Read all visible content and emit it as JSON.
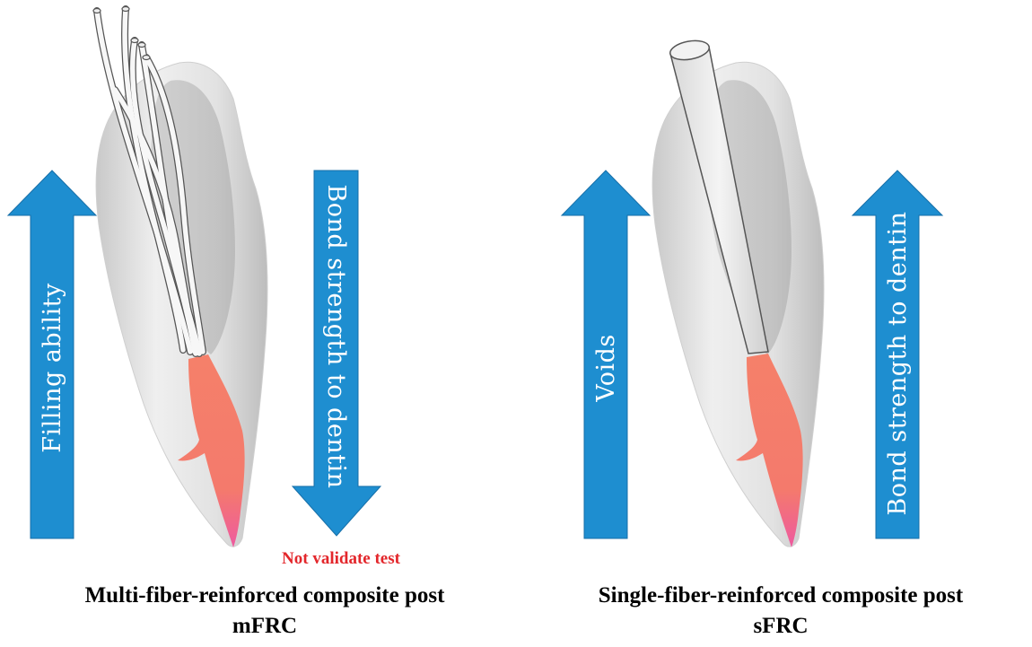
{
  "colors": {
    "arrow": "#1e8ed0",
    "arrow_edge": "#176fa8",
    "tooth": "#dcdcdc",
    "pulp": "#f47a6c",
    "note": "#e3262b"
  },
  "left_panel": {
    "arrow_up_label": "Filling ability",
    "arrow_down_label": "Bond strength to dentin",
    "note": "Not validate test",
    "caption_line1": "Multi-fiber-reinforced composite post",
    "caption_line2": "mFRC",
    "arrow_up_direction": "up",
    "arrow_down_direction": "down",
    "post_icon": "multi-fiber-post-icon",
    "tooth_icon": "tooth-icon"
  },
  "right_panel": {
    "arrow_left_label": "Voids",
    "arrow_right_label": "Bond strength to dentin",
    "caption_line1": "Single-fiber-reinforced composite post",
    "caption_line2": "sFRC",
    "arrow_left_direction": "up",
    "arrow_right_direction": "up",
    "post_icon": "single-fiber-post-icon",
    "tooth_icon": "tooth-icon"
  }
}
